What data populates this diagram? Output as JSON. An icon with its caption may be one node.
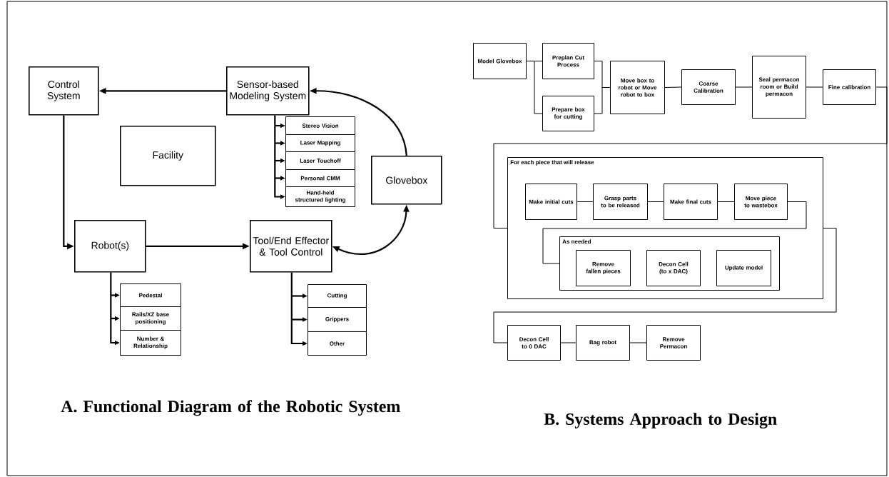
{
  "diagram": {
    "nodes": [
      {
        "text": [
          "Control System"
        ]
      },
      {
        "text": [
          "Sensor-based Modeling System"
        ]
      },
      {
        "text": [
          "Facility"
        ]
      },
      {
        "text": [
          "Stereo Vision"
        ]
      },
      {
        "text": [
          "Laser Mapping"
        ]
      },
      {
        "text": [
          "Laser Touchoff"
        ]
      },
      {
        "text": [
          "Personal CMM"
        ]
      },
      {
        "text": [
          "Hand-held structured lighting"
        ]
      },
      {
        "text": [
          "Glovebox"
        ]
      },
      {
        "text": [
          "Robot(s)"
        ]
      },
      {
        "text": [
          "Tool/End Effector & Tool Control"
        ]
      },
      {
        "text": [
          "Pedestal"
        ]
      },
      {
        "text": [
          "Rails/XZ base positioning"
        ]
      },
      {
        "text": [
          "Number & Relationship"
        ]
      },
      {
        "text": [
          "Cutting"
        ]
      },
      {
        "text": [
          "Grippers"
        ]
      },
      {
        "text": [
          "Other"
        ]
      },
      {
        "text": [
          "Model Glovebox"
        ]
      },
      {
        "text": [
          "Preplan Cut Process"
        ]
      },
      {
        "text": [
          "Prepare box for cutting"
        ]
      },
      {
        "text": [
          "Move box to robot or Move robot to box"
        ]
      },
      {
        "text": [
          "Coarse Calibration"
        ]
      },
      {
        "text": [
          "Seal permacon room or Build permacon"
        ]
      },
      {
        "text": [
          "Fine calibration"
        ]
      },
      {
        "text": [
          "For each piece that will release"
        ]
      },
      {
        "text": [
          "Make initial cuts"
        ],
        "in": 24
      },
      {
        "text": [
          "Grasp parts to be released"
        ],
        "in": 24
      },
      {
        "text": [
          "Make final cuts"
        ],
        "in": 24
      },
      {
        "text": [
          "Move piece to wastebox"
        ],
        "in": 24
      },
      {
        "text": [
          "As needed"
        ],
        "in": 24
      },
      {
        "text": [
          "Remove fallen pieces"
        ],
        "in": 29
      },
      {
        "text": [
          "Decon Cell (to x DAC)"
        ],
        "in": 29
      },
      {
        "text": [
          "Update model"
        ],
        "in": 29
      },
      {
        "text": [
          "Decon Cell to 0 DAC"
        ]
      },
      {
        "text": [
          "Bag robot"
        ]
      },
      {
        "text": [
          "Remove Permacon"
        ]
      }
    ],
    "edges": [
      {
        "from": 1,
        "to": 0,
        "arrow": "to"
      },
      {
        "from": 0,
        "to": 9,
        "arrow": "to"
      },
      {
        "from": 9,
        "to": 10,
        "arrow": "to"
      },
      {
        "from": 8,
        "to": 1,
        "arrow": "to"
      },
      {
        "from": 10,
        "to": 8,
        "arrow": "both"
      },
      {
        "from": 1,
        "to": 3,
        "arrow": "to"
      },
      {
        "from": 1,
        "to": 4,
        "arrow": "to"
      },
      {
        "from": 1,
        "to": 5,
        "arrow": "to"
      },
      {
        "from": 1,
        "to": 6,
        "arrow": "to"
      },
      {
        "from": 1,
        "to": 7,
        "arrow": "to"
      },
      {
        "from": 9,
        "to": 11,
        "arrow": "to"
      },
      {
        "from": 9,
        "to": 12,
        "arrow": "to"
      },
      {
        "from": 9,
        "to": 13,
        "arrow": "to"
      },
      {
        "from": 10,
        "to": 14,
        "arrow": "to"
      },
      {
        "from": 10,
        "to": 15,
        "arrow": "to"
      },
      {
        "from": 10,
        "to": 16,
        "arrow": "to"
      },
      {
        "from": 17,
        "to": 18,
        "arrow": "none"
      },
      {
        "from": 17,
        "to": 19,
        "arrow": "none"
      },
      {
        "from": 18,
        "to": 20,
        "arrow": "none"
      },
      {
        "from": 19,
        "to": 20,
        "arrow": "none"
      },
      {
        "from": 20,
        "to": 21,
        "arrow": "none"
      },
      {
        "from": 21,
        "to": 22,
        "arrow": "none"
      },
      {
        "from": 22,
        "to": 23,
        "arrow": "none"
      },
      {
        "from": 23,
        "to": 24,
        "arrow": "none"
      },
      {
        "from": 25,
        "to": 26,
        "arrow": "none"
      },
      {
        "from": 26,
        "to": 27,
        "arrow": "none"
      },
      {
        "from": 27,
        "to": 28,
        "arrow": "none"
      },
      {
        "from": 28,
        "to": 29,
        "arrow": "none"
      },
      {
        "from": 24,
        "to": 33,
        "arrow": "none"
      },
      {
        "from": 33,
        "to": 34,
        "arrow": "none"
      },
      {
        "from": 34,
        "to": 35,
        "arrow": "none"
      }
    ],
    "labels": [
      "A. Functional Diagram of the Robotic System",
      "B. Systems Approach to Design"
    ]
  }
}
